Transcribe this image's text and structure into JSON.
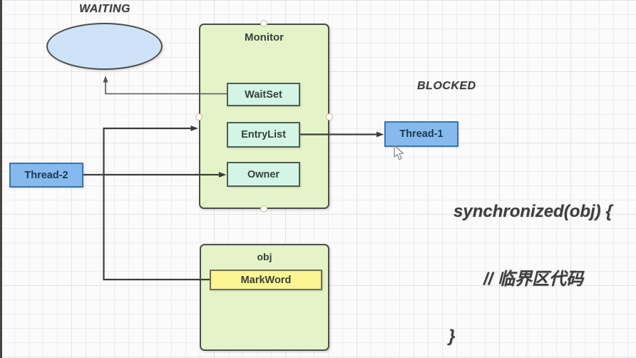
{
  "diagram": {
    "labels": {
      "waiting": "WAITING",
      "blocked": "BLOCKED"
    },
    "monitor": {
      "title": "Monitor",
      "fields": [
        {
          "label": "WaitSet"
        },
        {
          "label": "EntryList"
        },
        {
          "label": "Owner"
        }
      ]
    },
    "obj": {
      "title": "obj",
      "fields": [
        {
          "label": "MarkWord"
        }
      ]
    },
    "threads": {
      "thread1": {
        "label": "Thread-1"
      },
      "thread2": {
        "label": "Thread-2"
      }
    },
    "code": {
      "line1": "synchronized(obj) {",
      "line2": "// 临界区代码",
      "line3": "}"
    },
    "colors": {
      "bg": "#fbfbfb",
      "grid_minor": "#ededed",
      "grid_major": "#e3e3e3",
      "edge_strip": "#4a443c",
      "green_fill": "#e5f3c9",
      "green_border": "#4d4d4d",
      "mint_fill": "#d4f4e5",
      "mint_border": "#4f5d56",
      "yellow_fill": "#fdf494",
      "yellow_border": "#6e6e52",
      "blue_fill": "#86baee",
      "blue_border": "#3c74ad",
      "ellipse_fill": "#cfe3f8",
      "ellipse_border": "#4d4d4d",
      "line_dark": "#3c3c3c",
      "line_gray": "#565656",
      "text_dark": "#3d3d3d",
      "box_text": "#36423a",
      "thread_text": "#1e3750",
      "handle_border": "#c9b694"
    }
  }
}
